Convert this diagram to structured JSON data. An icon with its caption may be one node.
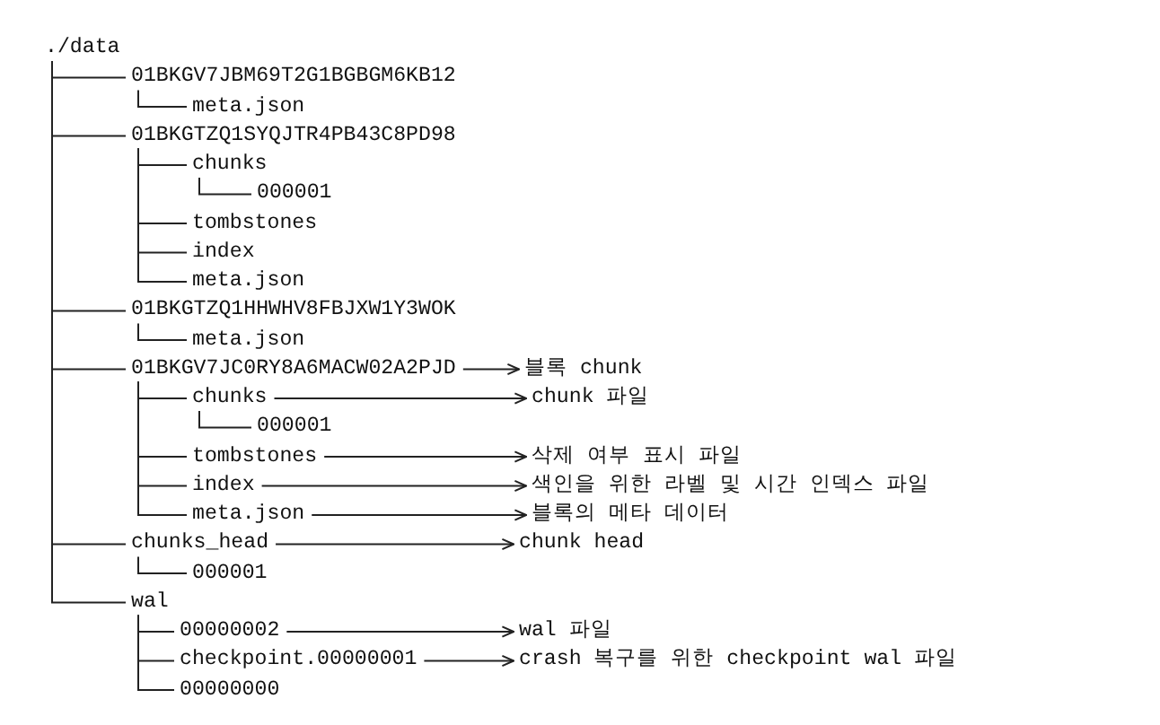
{
  "diagram": {
    "nodes": [
      {
        "text": [
          "./data"
        ]
      },
      {
        "text": [
          "01BKGV7JBM69T2G1BGBGM6KB12"
        ]
      },
      {
        "text": [
          "meta.json"
        ]
      },
      {
        "text": [
          "01BKGTZQ1SYQJTR4PB43C8PD98"
        ]
      },
      {
        "text": [
          "chunks"
        ]
      },
      {
        "text": [
          "000001"
        ]
      },
      {
        "text": [
          "tombstones"
        ]
      },
      {
        "text": [
          "index"
        ]
      },
      {
        "text": [
          "meta.json"
        ]
      },
      {
        "text": [
          "01BKGTZQ1HHWHV8FBJXW1Y3WOK"
        ]
      },
      {
        "text": [
          "meta.json"
        ]
      },
      {
        "text": [
          "01BKGV7JC0RY8A6MACW02A2PJD"
        ]
      },
      {
        "text": [
          "chunks"
        ]
      },
      {
        "text": [
          "000001"
        ]
      },
      {
        "text": [
          "tombstones"
        ]
      },
      {
        "text": [
          "index"
        ]
      },
      {
        "text": [
          "meta.json"
        ]
      },
      {
        "text": [
          "chunks_head"
        ]
      },
      {
        "text": [
          "000001"
        ]
      },
      {
        "text": [
          "wal"
        ]
      },
      {
        "text": [
          "00000002"
        ]
      },
      {
        "text": [
          "checkpoint.00000001"
        ]
      },
      {
        "text": [
          "00000000"
        ]
      },
      {
        "text": [
          "블록 chunk"
        ]
      },
      {
        "text": [
          "chunk 파일"
        ]
      },
      {
        "text": [
          "삭제 여부 표시 파일"
        ]
      },
      {
        "text": [
          "색인을 위한 라벨 및 시간 인덱스 파일"
        ]
      },
      {
        "text": [
          "블록의 메타 데이터"
        ]
      },
      {
        "text": [
          "chunk head"
        ]
      },
      {
        "text": [
          "wal 파일"
        ]
      },
      {
        "text": [
          "crash 복구를 위한 checkpoint wal 파일"
        ]
      }
    ],
    "edges": [
      {
        "from": 0,
        "to": 1,
        "arrow": "none"
      },
      {
        "from": 1,
        "to": 2,
        "arrow": "none"
      },
      {
        "from": 0,
        "to": 3,
        "arrow": "none"
      },
      {
        "from": 3,
        "to": 4,
        "arrow": "none"
      },
      {
        "from": 4,
        "to": 5,
        "arrow": "none"
      },
      {
        "from": 3,
        "to": 6,
        "arrow": "none"
      },
      {
        "from": 3,
        "to": 7,
        "arrow": "none"
      },
      {
        "from": 3,
        "to": 8,
        "arrow": "none"
      },
      {
        "from": 0,
        "to": 9,
        "arrow": "none"
      },
      {
        "from": 9,
        "to": 10,
        "arrow": "none"
      },
      {
        "from": 0,
        "to": 11,
        "arrow": "none"
      },
      {
        "from": 11,
        "to": 12,
        "arrow": "none"
      },
      {
        "from": 12,
        "to": 13,
        "arrow": "none"
      },
      {
        "from": 11,
        "to": 14,
        "arrow": "none"
      },
      {
        "from": 11,
        "to": 15,
        "arrow": "none"
      },
      {
        "from": 11,
        "to": 16,
        "arrow": "none"
      },
      {
        "from": 0,
        "to": 17,
        "arrow": "none"
      },
      {
        "from": 17,
        "to": 18,
        "arrow": "none"
      },
      {
        "from": 0,
        "to": 19,
        "arrow": "none"
      },
      {
        "from": 19,
        "to": 20,
        "arrow": "none"
      },
      {
        "from": 19,
        "to": 21,
        "arrow": "none"
      },
      {
        "from": 19,
        "to": 22,
        "arrow": "none"
      },
      {
        "from": 11,
        "to": 23,
        "arrow": "to"
      },
      {
        "from": 12,
        "to": 24,
        "arrow": "to"
      },
      {
        "from": 14,
        "to": 25,
        "arrow": "to"
      },
      {
        "from": 15,
        "to": 26,
        "arrow": "to"
      },
      {
        "from": 16,
        "to": 27,
        "arrow": "to"
      },
      {
        "from": 17,
        "to": 28,
        "arrow": "to"
      },
      {
        "from": 20,
        "to": 29,
        "arrow": "to"
      },
      {
        "from": 21,
        "to": 30,
        "arrow": "to"
      }
    ]
  }
}
